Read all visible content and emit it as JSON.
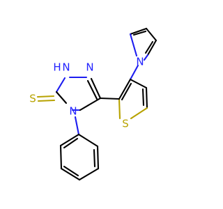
{
  "atom_labels": {
    "nh": "H",
    "n_nh": "N",
    "n_triazole_upper": "N",
    "n_triazole_lower": "N",
    "n_pyrrole": "N",
    "thione_s": "S",
    "thiophene_s": "S"
  },
  "colors": {
    "bond": "#000000",
    "nitrogen": "#2222ff",
    "sulfur": "#b8a400",
    "background": "#ffffff"
  }
}
